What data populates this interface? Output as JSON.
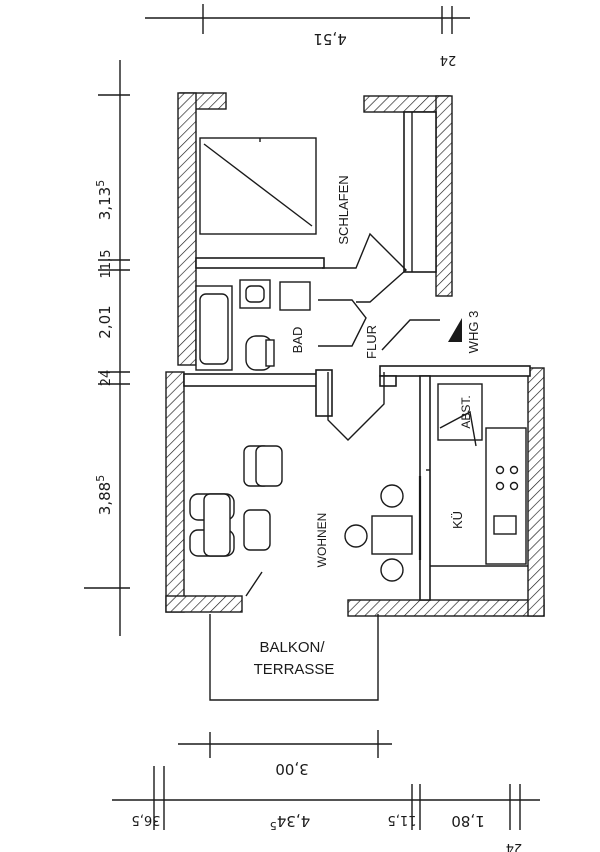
{
  "rooms": {
    "schlafen": "SCHLAFEN",
    "bad": "BAD",
    "flur": "FLUR",
    "wohnen": "WOHNEN",
    "abst": "ABST.",
    "kue": "KÜ",
    "balkon_line1": "BALKON/",
    "balkon_line2": "TERRASSE"
  },
  "unit_label": "WHG 3",
  "dimensions": {
    "top_total": "4,51",
    "top_wall": "24",
    "left_1": "3,13",
    "left_1_sup": "5",
    "left_2": "11,5",
    "left_3": "2,01",
    "left_4": "24",
    "left_5": "3,88",
    "left_5_sup": "5",
    "bottom_1": "3,00",
    "bottom_2a": "36,5",
    "bottom_2b": "4,34",
    "bottom_2b_sup": "5",
    "bottom_2c": "11,5",
    "bottom_2d": "1,80",
    "bottom_2e": "24"
  },
  "colors": {
    "ink": "#1a1a1a",
    "paper": "#ffffff"
  }
}
